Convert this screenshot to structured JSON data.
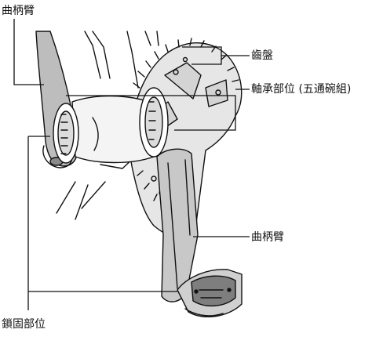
{
  "labels": {
    "crank_arm_top": "曲柄臂",
    "chainring": "齒盤",
    "bearing": "軸承部位 (五通碗組)",
    "crank_arm_right": "曲柄臂",
    "lock_position": "鎖固部位"
  },
  "colors": {
    "line": "#111111",
    "gray_fill": "#bdbdbd",
    "dark_gray": "#8a8a8a",
    "background": "#ffffff"
  }
}
